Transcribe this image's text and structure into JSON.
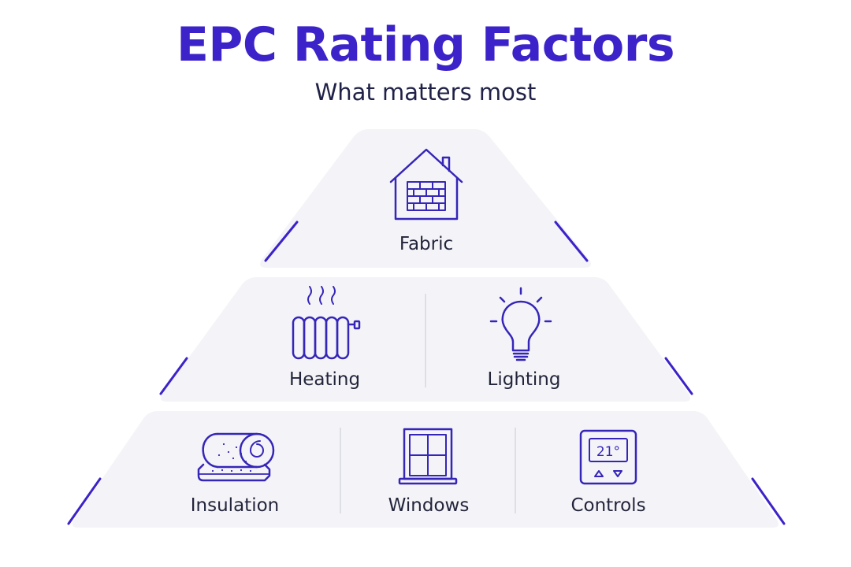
{
  "title": "EPC Rating Factors",
  "subtitle": "What matters most",
  "colors": {
    "accent": "#3b23c9",
    "icon_stroke": "#3526b8",
    "tier_fill": "#f4f4f8",
    "text": "#22243a"
  },
  "tiers": {
    "top": {
      "items": [
        {
          "label": "Fabric",
          "icon": "house-brick-wall-icon"
        }
      ]
    },
    "middle": {
      "items": [
        {
          "label": "Heating",
          "icon": "radiator-icon"
        },
        {
          "label": "Lighting",
          "icon": "light-bulb-icon"
        }
      ]
    },
    "bottom": {
      "items": [
        {
          "label": "Insulation",
          "icon": "insulation-roll-icon"
        },
        {
          "label": "Windows",
          "icon": "window-icon"
        },
        {
          "label": "Controls",
          "icon": "thermostat-icon"
        }
      ],
      "thermostat_reading": "21°"
    }
  }
}
